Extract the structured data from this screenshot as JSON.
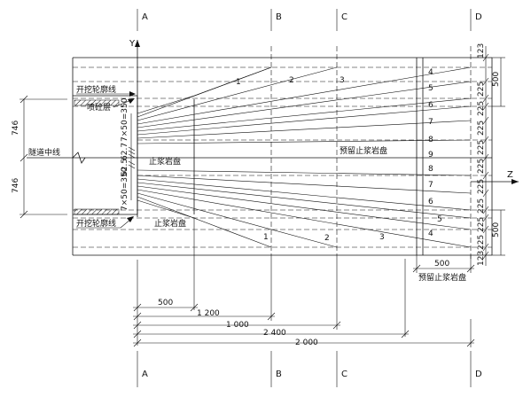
{
  "axis_letters": [
    "A",
    "B",
    "C",
    "D"
  ],
  "axis_y": "Y",
  "axis_z": "Z",
  "labels": {
    "excavation_line": "开挖轮廓线",
    "spray_layer": "喷砼层",
    "tunnel_centerline": "隧道中线",
    "grout_stop_wall_upper": "止浆岩盘",
    "grout_stop_wall_lower": "止浆岩盘",
    "reserved_grout_wall": "预留止浆岩盘"
  },
  "hole_numbers": [
    "1",
    "2",
    "3",
    "4",
    "5",
    "6",
    "7",
    "8",
    "9"
  ],
  "dims": {
    "left_top": "746",
    "left_bottom": "746",
    "spacing_upper": "7×50=350",
    "spacing_mid": "62.7",
    "spacing_mid2": "62.5",
    "spacing_lower": "7×50=350",
    "right_top": "123",
    "right_bottom": "123",
    "right_225": "225",
    "right_500": "500",
    "bottom_500_right": "500",
    "reserved_label": "预留止浆岩盘",
    "bottom_500": "500",
    "bottom_1200": "1 200",
    "bottom_1000": "1 000",
    "bottom_2400": "2 400",
    "bottom_2000": "2 000"
  }
}
